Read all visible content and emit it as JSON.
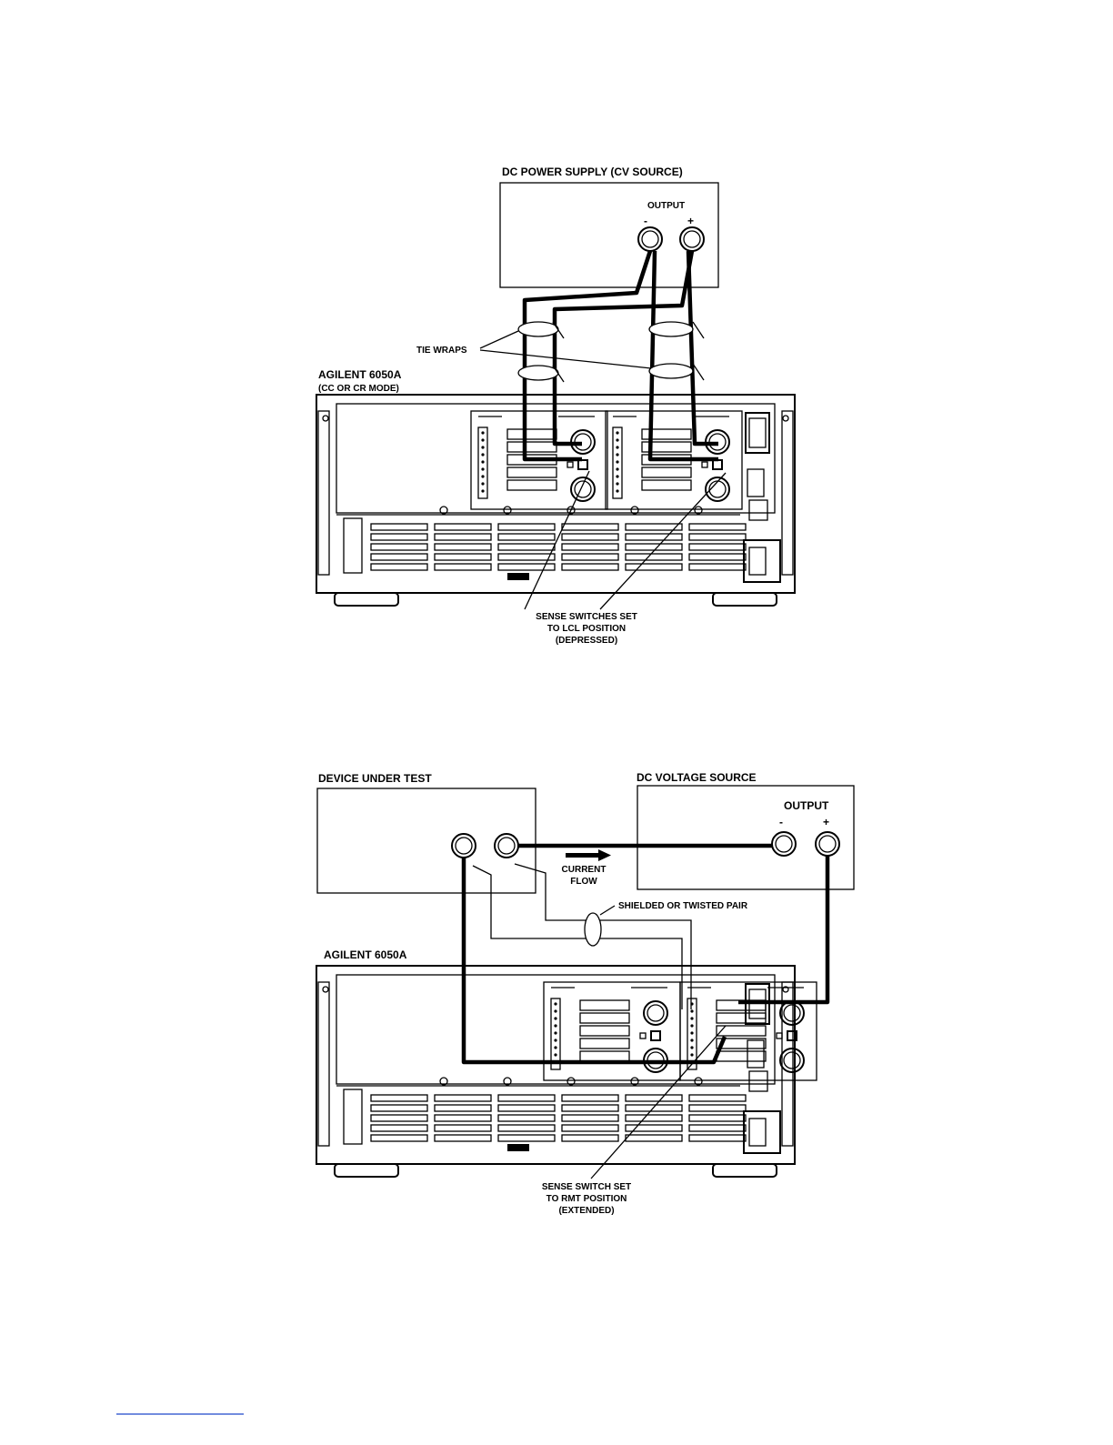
{
  "figure_top": {
    "source_label": "DC POWER SUPPLY (CV SOURCE)",
    "output_label": "OUTPUT",
    "minus": "-",
    "plus": "+",
    "tie_wraps_label": "TIE WRAPS",
    "load_label_1": "AGILENT 6050A",
    "load_label_2": "(CC OR CR MODE)",
    "sense_note": [
      "SENSE SWITCHES SET",
      "TO LCL POSITION",
      "(DEPRESSED)"
    ]
  },
  "figure_bottom": {
    "dut_label": "DEVICE UNDER TEST",
    "source_label": "DC VOLTAGE SOURCE",
    "output_label": "OUTPUT",
    "minus": "-",
    "plus": "+",
    "current_flow": [
      "CURRENT",
      "FLOW"
    ],
    "pair_label": "SHIELDED OR TWISTED PAIR",
    "load_label": "AGILENT 6050A",
    "sense_note": [
      "SENSE SWITCH SET",
      "TO RMT POSITION",
      "(EXTENDED)"
    ]
  }
}
